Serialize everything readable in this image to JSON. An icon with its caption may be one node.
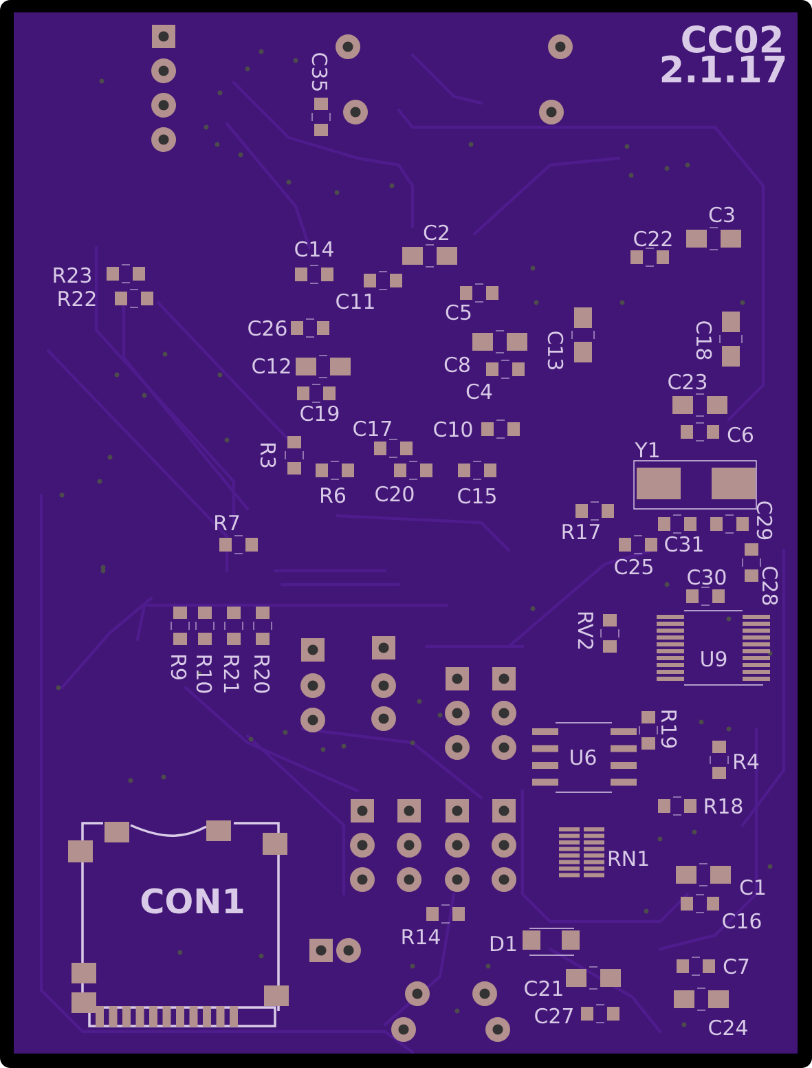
{
  "diagram": {
    "labels": [
      "CC02",
      "2.1.17",
      "C35",
      "C2",
      "C3",
      "C22",
      "C14",
      "R23",
      "R22",
      "C11",
      "C5",
      "C26",
      "C13",
      "C18",
      "C12",
      "C8",
      "C23",
      "C4",
      "C19",
      "C17",
      "C10",
      "C6",
      "Y1",
      "R3",
      "R6",
      "C20",
      "C15",
      "C29",
      "R17",
      "R7",
      "C31",
      "C25",
      "C28",
      "C30",
      "RV2",
      "U9",
      "R9",
      "R10",
      "R21",
      "R20",
      "R19",
      "U6",
      "R4",
      "R18",
      "RN1",
      "C1",
      "CON1",
      "C16",
      "R14",
      "D1",
      "C7",
      "C21",
      "C27",
      "C24"
    ]
  }
}
